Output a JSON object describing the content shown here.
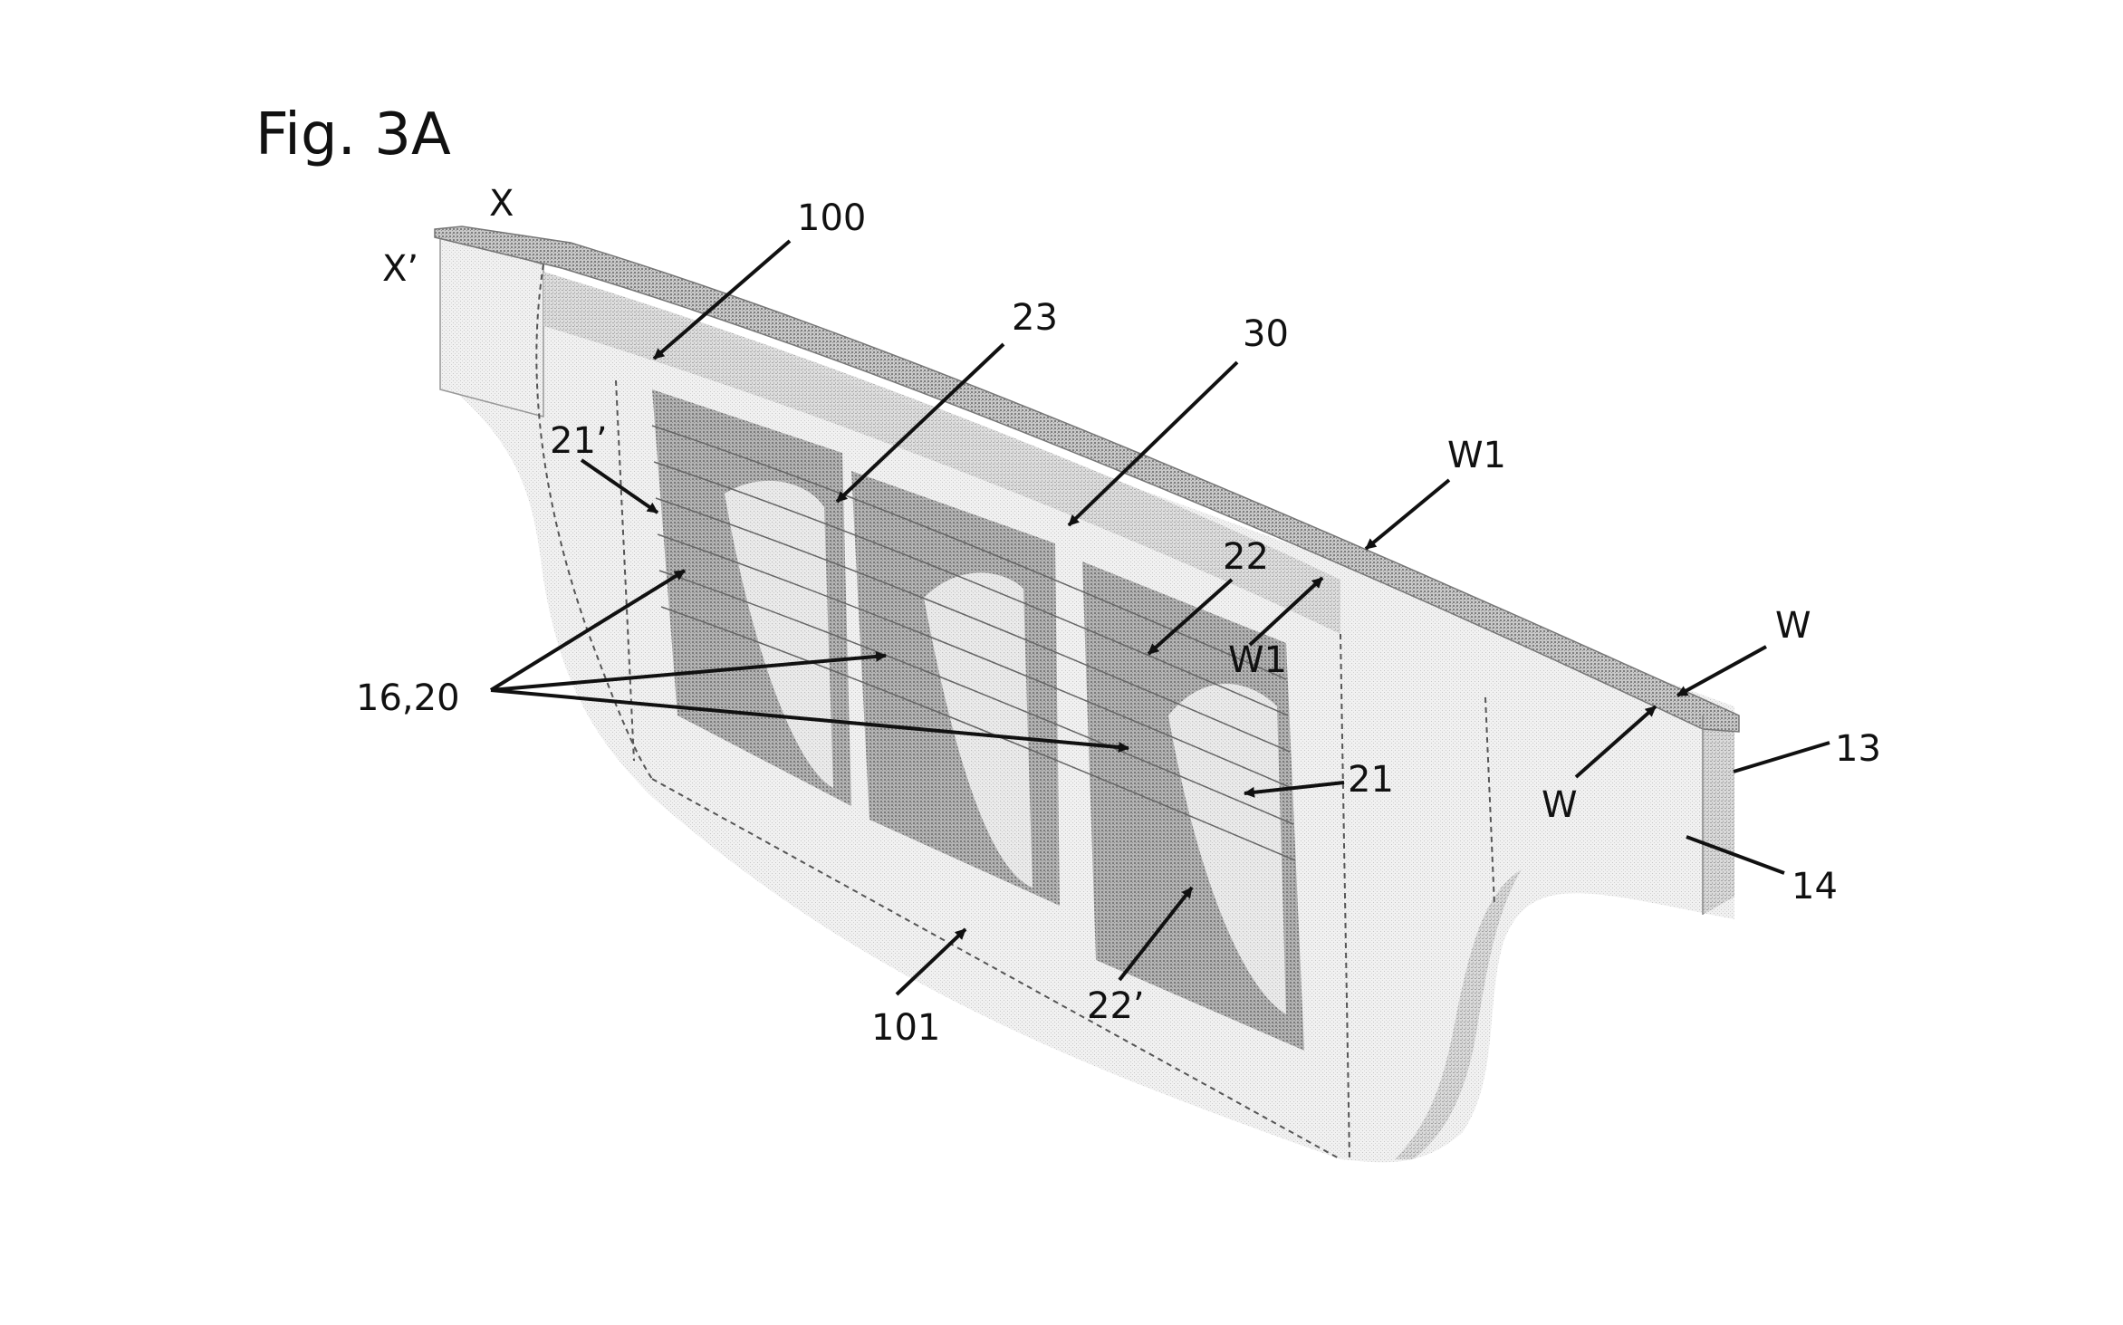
{
  "figure": {
    "title": "Fig. 3A",
    "labels": {
      "x": "X",
      "x_prime": "X’",
      "l100": "100",
      "l23": "23",
      "l30": "30",
      "l21p": "21’",
      "w1_top": "W1",
      "l22": "22",
      "w1_inner": "W1",
      "w_top": "W",
      "l13": "13",
      "l1620": "16,20",
      "l21": "21",
      "w_bottom": "W",
      "l14": "14",
      "l101": "101",
      "l22p": "22’"
    }
  }
}
